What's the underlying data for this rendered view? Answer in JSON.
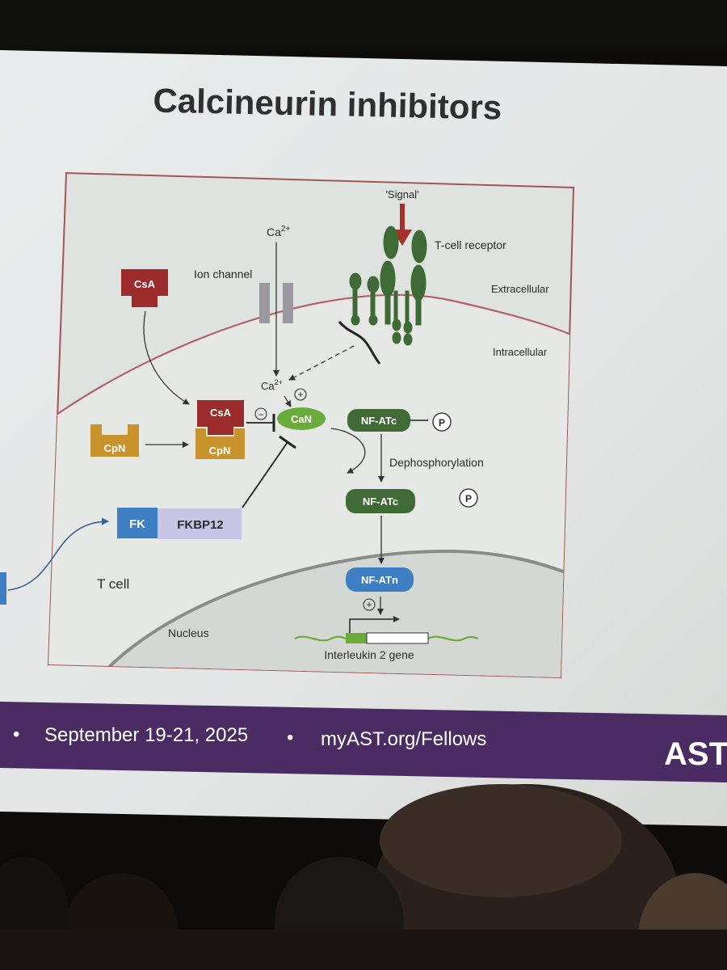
{
  "slide": {
    "title": "Calcineurin inhibitors"
  },
  "diagram": {
    "signal": "'Signal'",
    "tcell_receptor": "T-cell receptor",
    "extracellular": "Extracellular",
    "intracellular": "Intracellular",
    "ion_channel": "Ion channel",
    "ca_top": "Ca",
    "ca_top_sup": "2+",
    "ca_mid": "Ca",
    "ca_mid_sup": "2+",
    "csa_free": "CsA",
    "csa_bound": "CsA",
    "cpn_free": "CpN",
    "cpn_bound": "CpN",
    "can": "CaN",
    "nfatc_p": "NF-ATc",
    "phospho_1": "P",
    "dephosphorylation": "Dephosphorylation",
    "nfatc": "NF-ATc",
    "phospho_2": "P",
    "fk": "FK",
    "fkbp12": "FKBP12",
    "tcell": "T cell",
    "nucleus": "Nucleus",
    "nfatn": "NF-ATn",
    "plus": "+",
    "minus": "−",
    "il2_gene": "Interleukin 2 gene",
    "colors": {
      "maroon": "#9c2b2b",
      "orange": "#c8922c",
      "green_light": "#6aab3c",
      "green_dark": "#3f6a35",
      "blue": "#3d7fc2",
      "lavender": "#c9c5e6",
      "receptor": "#3f6a35",
      "signal_arrow": "#a8302a"
    }
  },
  "footer": {
    "bullet_1": "•",
    "date": "September 19-21, 2025",
    "bullet_2": "•",
    "url": "myAST.org/Fellows",
    "logo": "AST",
    "bar_color": "#4a2c63"
  }
}
